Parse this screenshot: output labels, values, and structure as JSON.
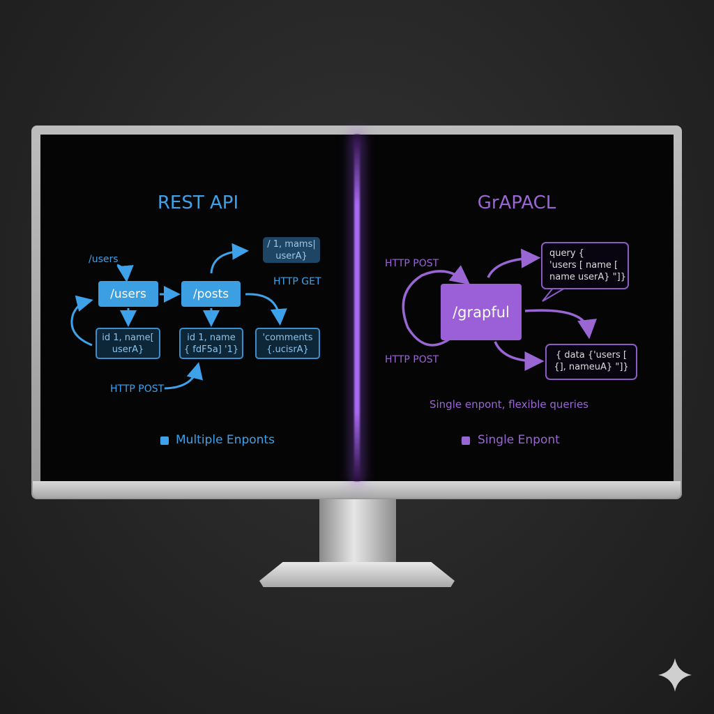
{
  "rest": {
    "title": "REST API",
    "users_label": "/users",
    "users_endpoint": "/users",
    "posts_endpoint": "/posts",
    "top_response": "/ 1, mams|\nuserA}",
    "http_get": "HTTP GET",
    "http_post": "HTTP POST",
    "response_users": "id 1, name[\nuserA}",
    "response_posts": "id 1, name\n{ fdF5a] '1}",
    "response_comments": "'comments\n{.ucisrA}",
    "legend": "Multiple Enponts",
    "color": "#3ea2ea"
  },
  "graphql": {
    "title": "GrAPACL",
    "http_post_top": "HTTP POST",
    "http_post_bottom": "HTTP POST",
    "endpoint": "/grapful",
    "query": "query {\n'users [ name [\nname userA} \"]}",
    "response": "{ data {'users [\n{], nameuA} \"]}",
    "caption": "Single enpont, flexible queries",
    "legend": "Single Enpont",
    "color": "#9a66d4"
  },
  "icons": {
    "corner": "sparkle-icon"
  }
}
